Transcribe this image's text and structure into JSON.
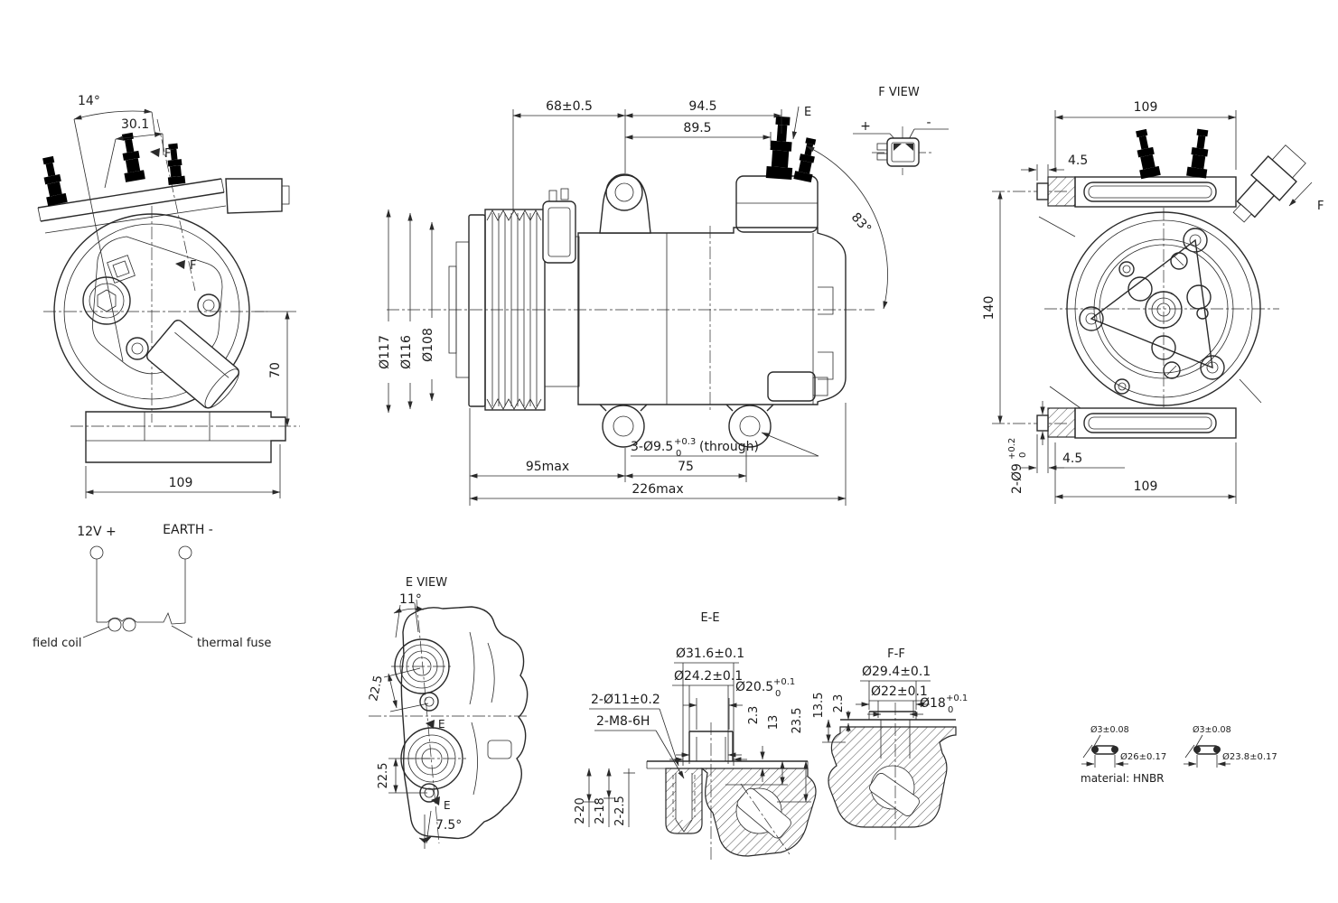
{
  "palette": {
    "line": "#2a2a2a",
    "background": "#ffffff"
  },
  "left_view": {
    "angle_14": "14°",
    "dim_30_1": "30.1",
    "section_f_upper": "F",
    "section_f_lower": "F",
    "dim_70": "70",
    "dim_109": "109"
  },
  "side_view": {
    "dim_68": "68±0.5",
    "dim_94_5": "94.5",
    "dim_89_5": "89.5",
    "dia_117": "Ø117",
    "dia_116": "Ø116",
    "dia_108": "Ø108",
    "section_e_label": "E",
    "angle_83": "83°",
    "dim_95max": "95max",
    "dim_75": "75",
    "dim_226max": "226max",
    "hole_note_main": "3-Ø9.5",
    "hole_note_sup": "+0.3",
    "hole_note_sub": "0",
    "hole_note_suffix": "(through)"
  },
  "f_view": {
    "title": "F VIEW",
    "plus": "+",
    "minus": "-"
  },
  "front_view": {
    "dim_109_top": "109",
    "dim_4_5_top": "4.5",
    "dim_140": "140",
    "section_f_label": "F",
    "hole_note_main": "2-Ø9",
    "hole_note_sup": "+0.2",
    "hole_note_sub": "0",
    "dim_4_5_bottom": "4.5",
    "dim_109_bottom": "109"
  },
  "circuit": {
    "positive_terminal": "12V +",
    "negative_terminal": "EARTH -",
    "field_coil": "field coil",
    "thermal_fuse": "thermal fuse"
  },
  "e_view": {
    "title": "E VIEW",
    "angle_11": "11°",
    "dim_22_5_upper": "22.5",
    "dim_22_5_lower": "22.5",
    "angle_7_5": "7.5°",
    "section_e_upper": "E",
    "section_e_lower": "E"
  },
  "ee_section": {
    "title": "E-E",
    "dia_31_6": "Ø31.6±0.1",
    "dia_24_2": "Ø24.2±0.1",
    "dia_20_5_main": "Ø20.5",
    "dia_20_5_sup": "+0.1",
    "dia_20_5_sub": "0",
    "holes_11": "2-Ø11±0.2",
    "thread_m8": "2-M8-6H",
    "dim_2_3": "2.3",
    "dim_13": "13",
    "dim_23_5": "23.5",
    "depth_20": "2-20",
    "depth_18": "2-18",
    "depth_2_5": "2-2.5"
  },
  "ff_section": {
    "title": "F-F",
    "dia_29_4": "Ø29.4±0.1",
    "dia_22": "Ø22±0.1",
    "dia_18_main": "Ø18",
    "dia_18_sup": "+0.1",
    "dia_18_sub": "0",
    "dim_13_5": "13.5",
    "dim_2_3": "2.3"
  },
  "oring_left": {
    "cross_section": "Ø3±0.08",
    "outer_dia": "Ø26±0.17"
  },
  "oring_right": {
    "cross_section": "Ø3±0.08",
    "outer_dia": "Ø23.8±0.17"
  },
  "material_note": "material: HNBR"
}
